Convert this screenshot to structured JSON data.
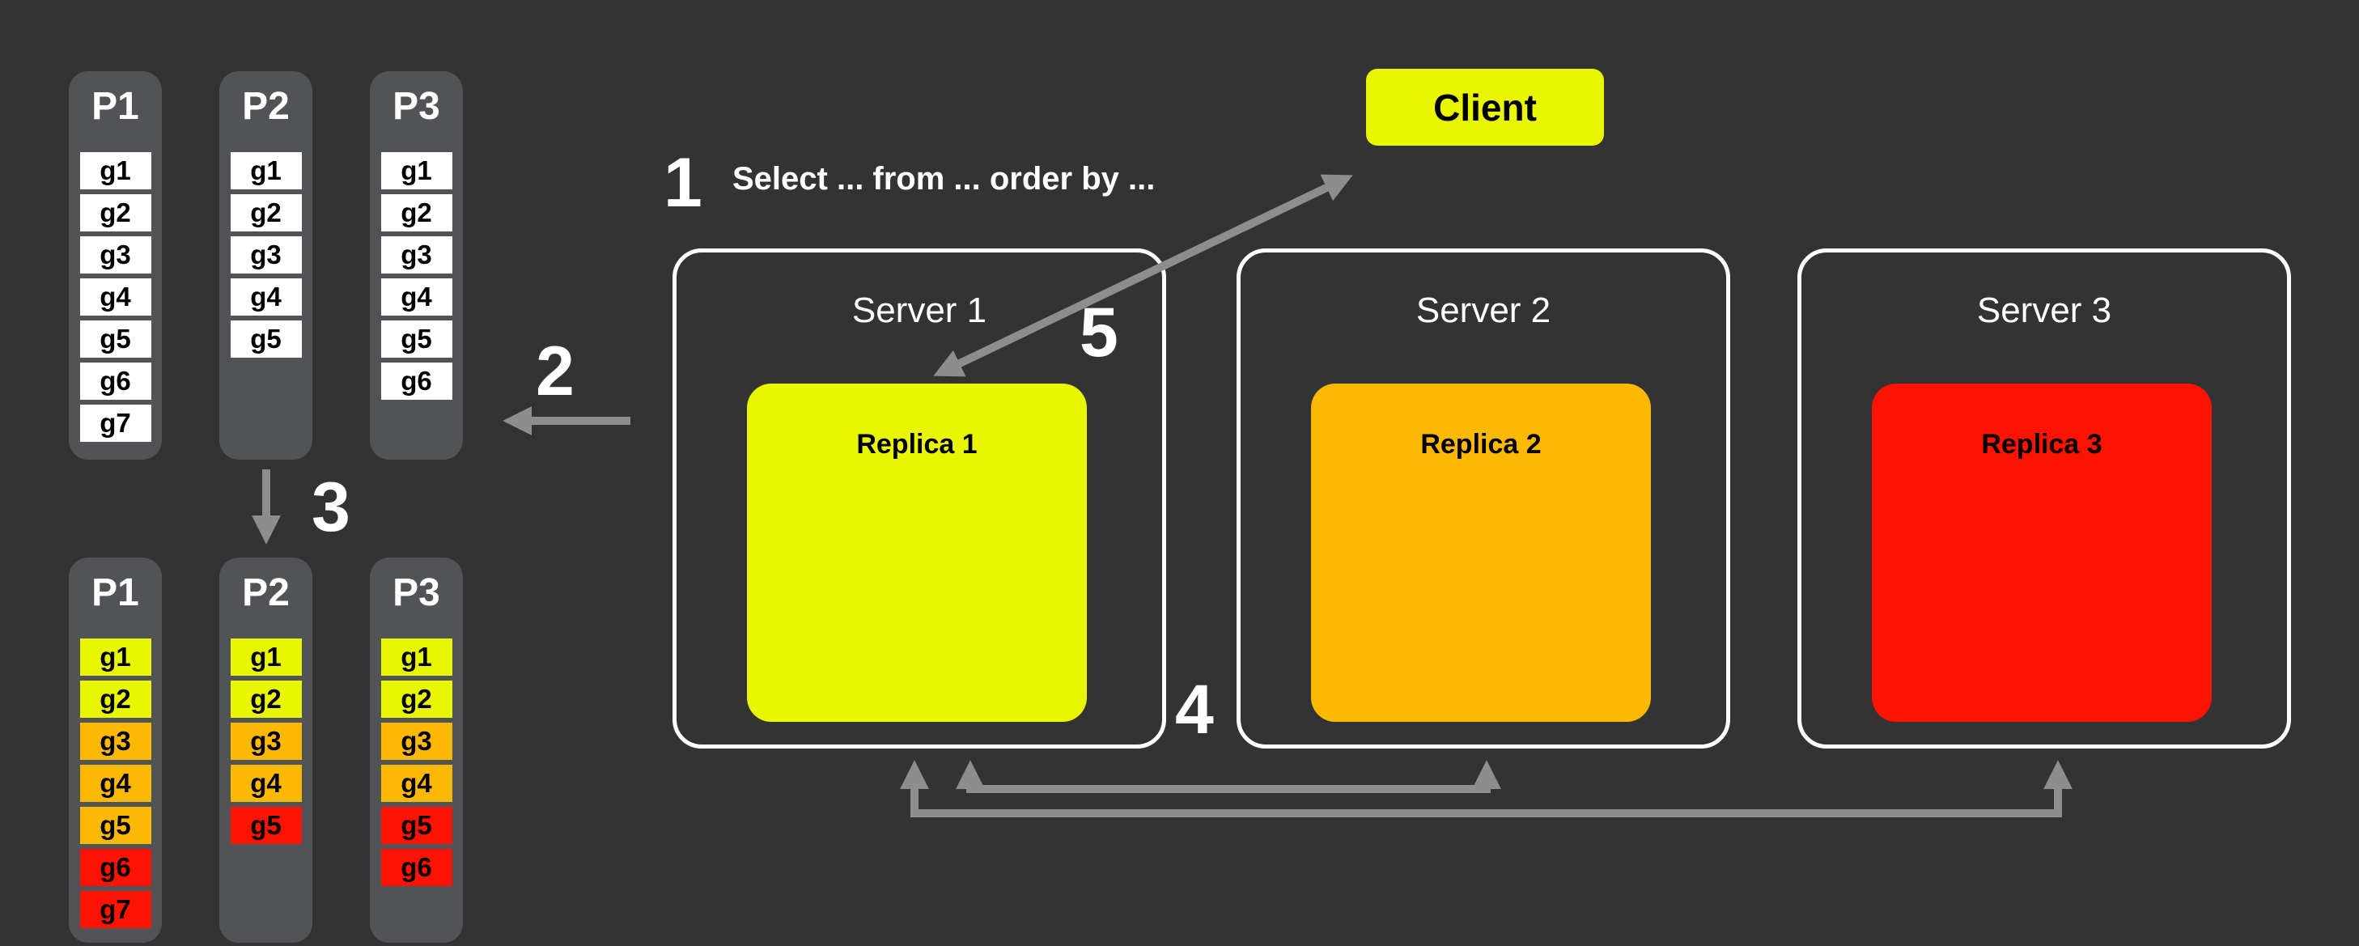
{
  "colors": {
    "background": "#333333",
    "partition_box": "#515356",
    "white": "#ffffff",
    "yellow": "#e8f602",
    "orange": "#fcb903",
    "red": "#fc1303",
    "arrow": "#8d8d8d"
  },
  "client": {
    "label": "Client",
    "color": "yellow"
  },
  "steps": {
    "step1_number": "1",
    "step1_query": "Select ... from ... order by ...",
    "step2_number": "2",
    "step3_number": "3",
    "step4_number": "4",
    "step5_number": "5"
  },
  "servers": [
    {
      "title": "Server 1",
      "replica_label": "Replica 1",
      "replica_color": "yellow"
    },
    {
      "title": "Server 2",
      "replica_label": "Replica 2",
      "replica_color": "orange"
    },
    {
      "title": "Server 3",
      "replica_label": "Replica 3",
      "replica_color": "red"
    }
  ],
  "partitions_unsorted": [
    {
      "title": "P1",
      "cells": [
        {
          "label": "g1",
          "color": "white"
        },
        {
          "label": "g2",
          "color": "white"
        },
        {
          "label": "g3",
          "color": "white"
        },
        {
          "label": "g4",
          "color": "white"
        },
        {
          "label": "g5",
          "color": "white"
        },
        {
          "label": "g6",
          "color": "white"
        },
        {
          "label": "g7",
          "color": "white"
        }
      ]
    },
    {
      "title": "P2",
      "cells": [
        {
          "label": "g1",
          "color": "white"
        },
        {
          "label": "g2",
          "color": "white"
        },
        {
          "label": "g3",
          "color": "white"
        },
        {
          "label": "g4",
          "color": "white"
        },
        {
          "label": "g5",
          "color": "white"
        }
      ]
    },
    {
      "title": "P3",
      "cells": [
        {
          "label": "g1",
          "color": "white"
        },
        {
          "label": "g2",
          "color": "white"
        },
        {
          "label": "g3",
          "color": "white"
        },
        {
          "label": "g4",
          "color": "white"
        },
        {
          "label": "g5",
          "color": "white"
        },
        {
          "label": "g6",
          "color": "white"
        }
      ]
    }
  ],
  "partitions_sorted": [
    {
      "title": "P1",
      "cells": [
        {
          "label": "g1",
          "color": "yellow"
        },
        {
          "label": "g2",
          "color": "yellow"
        },
        {
          "label": "g3",
          "color": "orange"
        },
        {
          "label": "g4",
          "color": "orange"
        },
        {
          "label": "g5",
          "color": "orange"
        },
        {
          "label": "g6",
          "color": "red"
        },
        {
          "label": "g7",
          "color": "red"
        }
      ]
    },
    {
      "title": "P2",
      "cells": [
        {
          "label": "g1",
          "color": "yellow"
        },
        {
          "label": "g2",
          "color": "yellow"
        },
        {
          "label": "g3",
          "color": "orange"
        },
        {
          "label": "g4",
          "color": "orange"
        },
        {
          "label": "g5",
          "color": "red"
        }
      ]
    },
    {
      "title": "P3",
      "cells": [
        {
          "label": "g1",
          "color": "yellow"
        },
        {
          "label": "g2",
          "color": "yellow"
        },
        {
          "label": "g3",
          "color": "orange"
        },
        {
          "label": "g4",
          "color": "orange"
        },
        {
          "label": "g5",
          "color": "red"
        },
        {
          "label": "g6",
          "color": "red"
        }
      ]
    }
  ]
}
